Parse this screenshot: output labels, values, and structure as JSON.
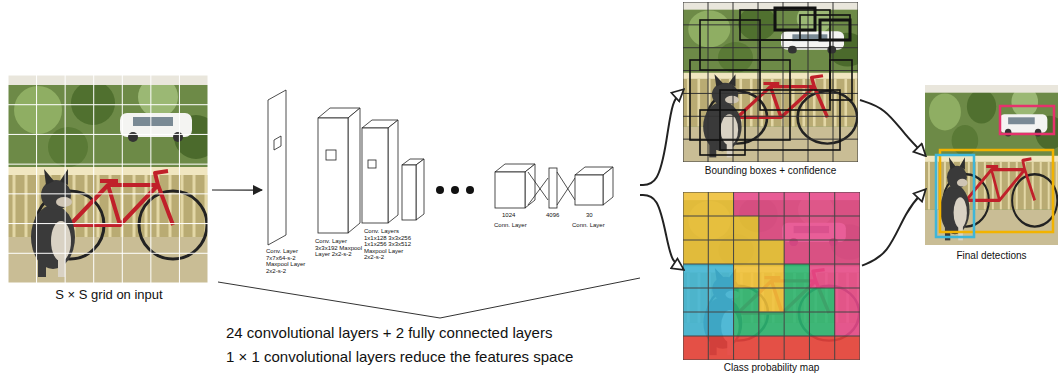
{
  "diagram": {
    "nodes": [
      {
        "text": [
          "S × S grid on input"
        ]
      },
      {
        "text": [
          "Conv. Layer 7x7x64-s-2 Maxpool Layer 2x2-s-2",
          "Conv. Layer 3x3x192 Maxpool Layer 2x2-s-2",
          "Conv. Layers 1x1x128 3x3x256 1x1x256 3x3x512 Maxpool Layer 2x2-s-2",
          "Conn. Layer",
          "Conn. Layer"
        ]
      },
      {
        "text": [
          "Bounding boxes + confidence"
        ]
      },
      {
        "text": [
          "Class probability map"
        ]
      },
      {
        "text": [
          "Final detections"
        ]
      }
    ],
    "edges": [
      {
        "from": 0,
        "to": 1,
        "arrow": "to"
      },
      {
        "from": 1,
        "to": 2,
        "arrow": "to"
      },
      {
        "from": 1,
        "to": 3,
        "arrow": "to"
      },
      {
        "from": 2,
        "to": 4,
        "arrow": "to"
      },
      {
        "from": 3,
        "to": 4,
        "arrow": "to"
      }
    ],
    "labels": [
      "1024",
      "4096",
      "30",
      "24 convolutional layers + 2 fully connected layers",
      "1 × 1 convolutional layers reduce the features space"
    ]
  }
}
